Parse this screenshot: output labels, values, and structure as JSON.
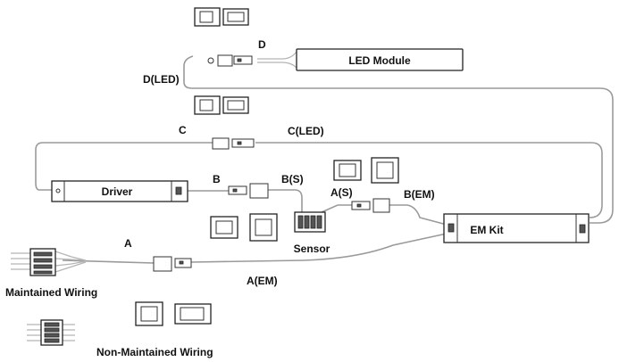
{
  "labels": {
    "led_module": "LED Module",
    "driver": "Driver",
    "em_kit": "EM Kit",
    "sensor": "Sensor",
    "maintained": "Maintained Wiring",
    "non_maintained": "Non-Maintained Wiring",
    "d": "D",
    "d_led": "D(LED)",
    "c": "C",
    "c_led": "C(LED)",
    "b": "B",
    "b_s": "B(S)",
    "a_s": "A(S)",
    "b_em": "B(EM)",
    "a": "A",
    "a_em": "A(EM)"
  }
}
